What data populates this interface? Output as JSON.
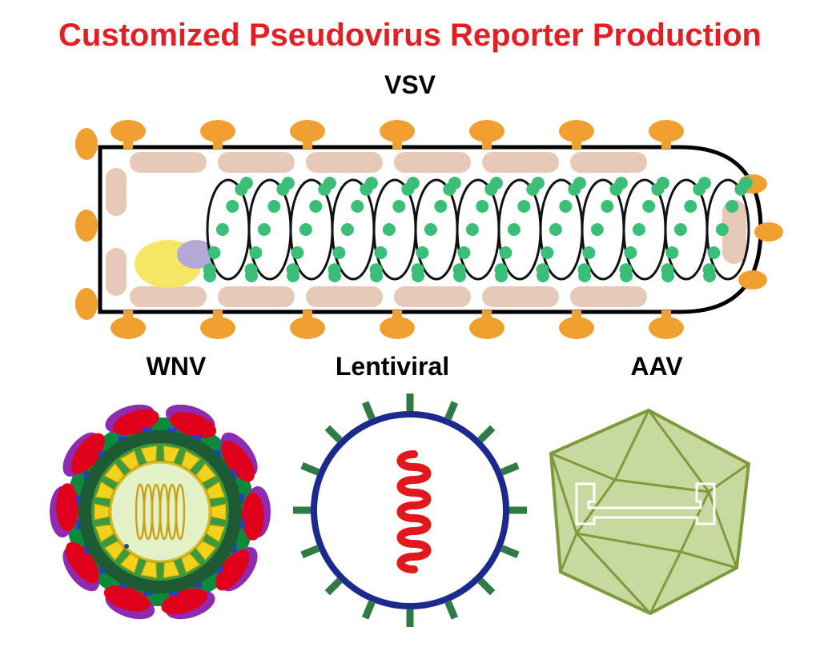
{
  "title": "Customized Pseudovirus Reporter Production",
  "viruses": {
    "vsv": {
      "label": "VSV"
    },
    "wnv": {
      "label": "WNV"
    },
    "lentiviral": {
      "label": "Lentiviral"
    },
    "aav": {
      "label": "AAV"
    }
  },
  "colors": {
    "title": "#e31e24",
    "vsv_spike": "#f0a030",
    "vsv_matrix": "#e6c9b6",
    "vsv_nucleocapsid": "#3bbf78",
    "vsv_polymerase": "#b3a8d6",
    "vsv_core": "#f5e663",
    "wnv_envelope": "#e0001b",
    "wnv_membrane": "#1f3fd6",
    "wnv_shell": "#1e5a34",
    "wnv_capsid": "#f2d21c",
    "wnv_core": "#e3f2c6",
    "lenti_envelope": "#1b2a8c",
    "lenti_spikes": "#2f7a45",
    "lenti_rna": "#e0191f",
    "aav_capsid": "#c8d9a0",
    "aav_edges": "#7e9a3c"
  }
}
